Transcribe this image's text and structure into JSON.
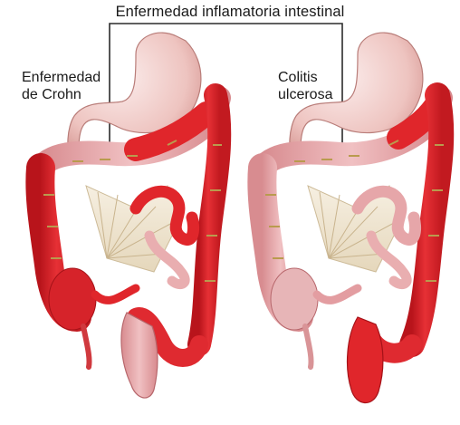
{
  "diagram": {
    "title": "Enfermedad inflamatoria intestinal",
    "left_label": [
      "Enfermedad",
      "de Crohn"
    ],
    "right_label": [
      "Colitis",
      "ulcerosa"
    ]
  },
  "colors": {
    "inflamed": "#e0262b",
    "healthy": "#e9aeb0",
    "stomach": "#f1d3cf",
    "mesentery": "#efe4cf",
    "bracket": "#2b2b2b"
  },
  "icons": [
    "stomach",
    "small-intestine",
    "colon",
    "rectum"
  ]
}
